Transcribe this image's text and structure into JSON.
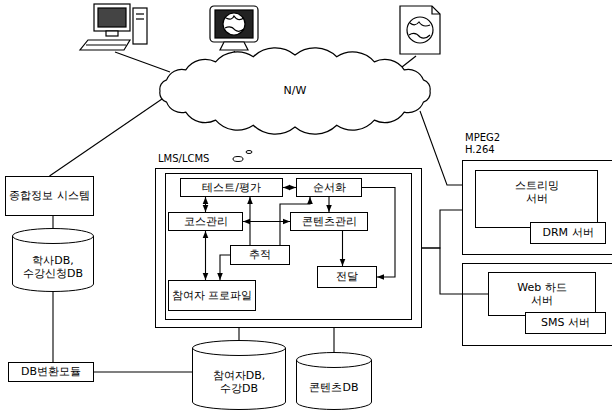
{
  "diagram": {
    "nodes": [
      {
        "text": [
          "N/W"
        ]
      },
      {
        "text": [
          "종합정보 시스템"
        ]
      },
      {
        "text": [
          "학사DB, 수강신청DB"
        ]
      },
      {
        "text": [
          "DB변환모듈"
        ]
      },
      {
        "text": [
          "LMS/LCMS"
        ]
      },
      {
        "text": [
          "테스트/평가"
        ],
        "in": 4
      },
      {
        "text": [
          "순서화"
        ],
        "in": 4
      },
      {
        "text": [
          "코스관리"
        ],
        "in": 4
      },
      {
        "text": [
          "콘텐츠관리"
        ],
        "in": 4
      },
      {
        "text": [
          "추적"
        ],
        "in": 4
      },
      {
        "text": [
          "전달"
        ],
        "in": 4
      },
      {
        "text": [
          "참여자 프로파일"
        ],
        "in": 4
      },
      {
        "text": [
          "참여자DB, 수강DB"
        ]
      },
      {
        "text": [
          "콘텐츠DB"
        ]
      },
      {
        "text": [
          "MPEG2 H.264"
        ]
      },
      {
        "text": [
          "스트리밍 서버"
        ],
        "in": 14
      },
      {
        "text": [
          "DRM 서버"
        ],
        "in": 14
      },
      {
        "text": [
          "Web 하드 서버"
        ]
      },
      {
        "text": [
          "SMS 서버"
        ]
      }
    ],
    "edges": [
      {
        "from": 0,
        "to": 1,
        "arrow": "none"
      },
      {
        "from": 0,
        "to": 14,
        "arrow": "none"
      },
      {
        "from": 1,
        "to": 2,
        "arrow": "none"
      },
      {
        "from": 2,
        "to": 3,
        "arrow": "none"
      },
      {
        "from": 3,
        "to": 12,
        "arrow": "none"
      },
      {
        "from": 4,
        "to": 12,
        "arrow": "none"
      },
      {
        "from": 4,
        "to": 13,
        "arrow": "none"
      },
      {
        "from": 4,
        "to": 14,
        "arrow": "none"
      },
      {
        "from": 4,
        "to": 17,
        "arrow": "none"
      },
      {
        "from": 5,
        "to": 6,
        "arrow": "both"
      },
      {
        "from": 5,
        "to": 7,
        "arrow": "both"
      },
      {
        "from": 6,
        "to": 8,
        "arrow": "to"
      },
      {
        "from": 6,
        "to": 10,
        "arrow": "to"
      },
      {
        "from": 7,
        "to": 8,
        "arrow": "both"
      },
      {
        "from": 9,
        "to": 5,
        "arrow": "to"
      },
      {
        "from": 9,
        "to": 6,
        "arrow": "to"
      },
      {
        "from": 9,
        "to": 11,
        "arrow": "to"
      },
      {
        "from": 8,
        "to": 10,
        "arrow": "to"
      },
      {
        "from": 7,
        "to": 11,
        "arrow": "both"
      }
    ]
  }
}
